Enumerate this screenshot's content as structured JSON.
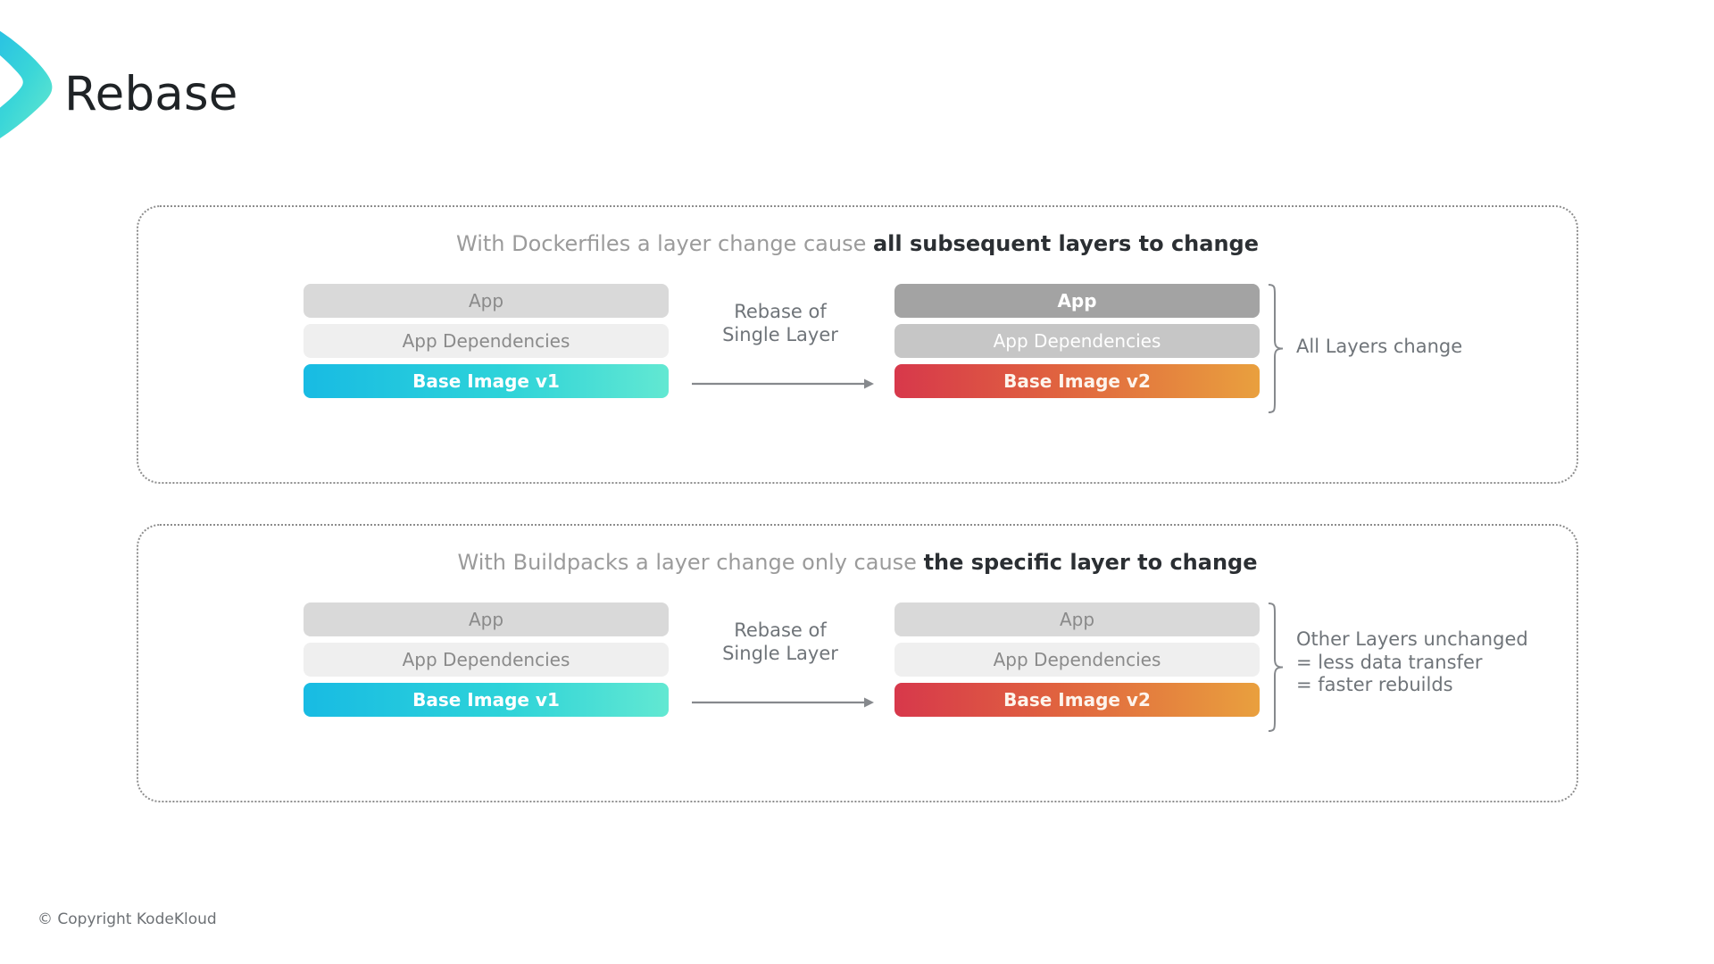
{
  "title": "Rebase",
  "logo": {
    "name": "kodekloud-chevron-logo",
    "color_start": "#21c3e8",
    "color_end": "#56e3cf"
  },
  "colors": {
    "heading_light": "#9b9b9b",
    "heading_bold": "#2b2f33",
    "panel_border": "#8d8d8d",
    "layer_app_light": "#d9d9d9",
    "layer_deps_light": "#efefef",
    "layer_app_dark": "#a3a3a3",
    "layer_deps_dark": "#c6c6c6",
    "base_v1_start": "#18bbe3",
    "base_v1_end": "#62e8d2",
    "base_v2_start": "#d7384b",
    "base_v2_end": "#e9a03e",
    "annotation_text": "#6f7479"
  },
  "panels": [
    {
      "id": "dockerfiles",
      "heading_light": "With Dockerfiles a layer change cause",
      "heading_bold": "all subsequent layers to change",
      "left_stack": [
        {
          "label": "App",
          "style": "app-light"
        },
        {
          "label": "App Dependencies",
          "style": "deps-light"
        },
        {
          "label": "Base Image v1",
          "style": "base-cyan"
        }
      ],
      "right_stack": [
        {
          "label": "App",
          "style": "app-dark"
        },
        {
          "label": "App Dependencies",
          "style": "deps-dark"
        },
        {
          "label": "Base Image v2",
          "style": "base-orange"
        }
      ],
      "arrow_label_line1": "Rebase of",
      "arrow_label_line2": "Single Layer",
      "annotation_lines": [
        "All Layers change"
      ]
    },
    {
      "id": "buildpacks",
      "heading_light": "With Buildpacks a layer change only cause",
      "heading_bold": "the specific layer to change",
      "left_stack": [
        {
          "label": "App",
          "style": "app-light"
        },
        {
          "label": "App Dependencies",
          "style": "deps-light"
        },
        {
          "label": "Base Image v1",
          "style": "base-cyan"
        }
      ],
      "right_stack": [
        {
          "label": "App",
          "style": "app-light"
        },
        {
          "label": "App Dependencies",
          "style": "deps-light"
        },
        {
          "label": "Base Image v2",
          "style": "base-orange"
        }
      ],
      "arrow_label_line1": "Rebase of",
      "arrow_label_line2": "Single Layer",
      "annotation_lines": [
        "Other Layers unchanged",
        "= less data transfer",
        "= faster rebuilds"
      ]
    }
  ],
  "footer": "© Copyright KodeKloud"
}
